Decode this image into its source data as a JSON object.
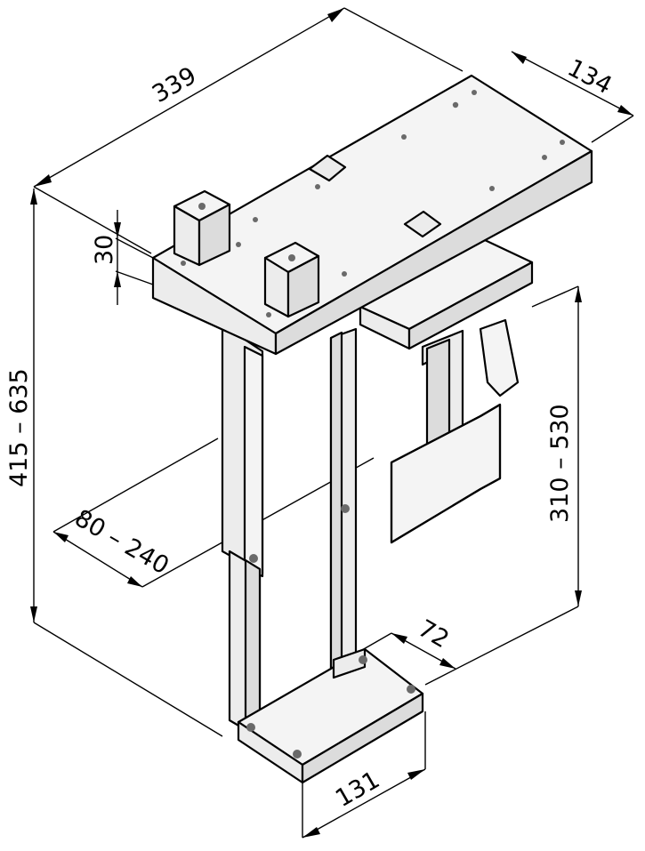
{
  "dimensions": {
    "width_top": "339",
    "depth_top": "134",
    "plate_thickness": "30",
    "overall_height": "415 – 635",
    "adjust_range": "80 – 240",
    "inner_height": "310 – 530",
    "foot_depth": "72",
    "foot_width": "131"
  }
}
